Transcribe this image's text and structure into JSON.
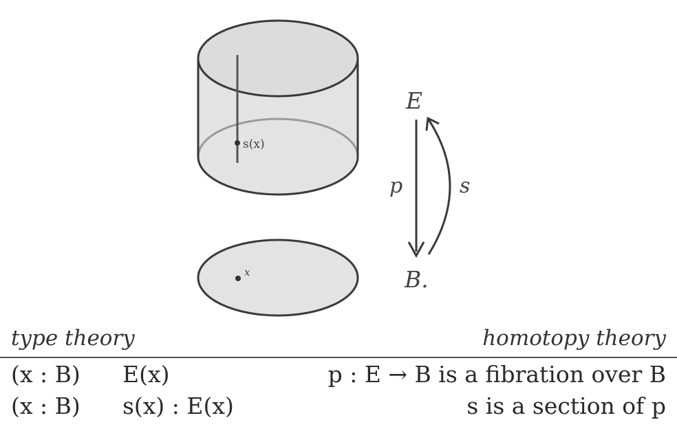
{
  "figure": {
    "label_section_point": "s(x)",
    "label_base_point": "x",
    "label_E": "E",
    "label_B": "B.",
    "label_p": "p",
    "label_s": "s"
  },
  "table": {
    "header_left": "type theory",
    "header_right": "homotopy theory",
    "rows": [
      {
        "col1": "(x : B)",
        "col2": "E(x)",
        "col3": "p : E → B is a fibration over B"
      },
      {
        "col1": "(x : B)",
        "col2": "s(x) : E(x)",
        "col3": "s is a section of p"
      }
    ]
  }
}
